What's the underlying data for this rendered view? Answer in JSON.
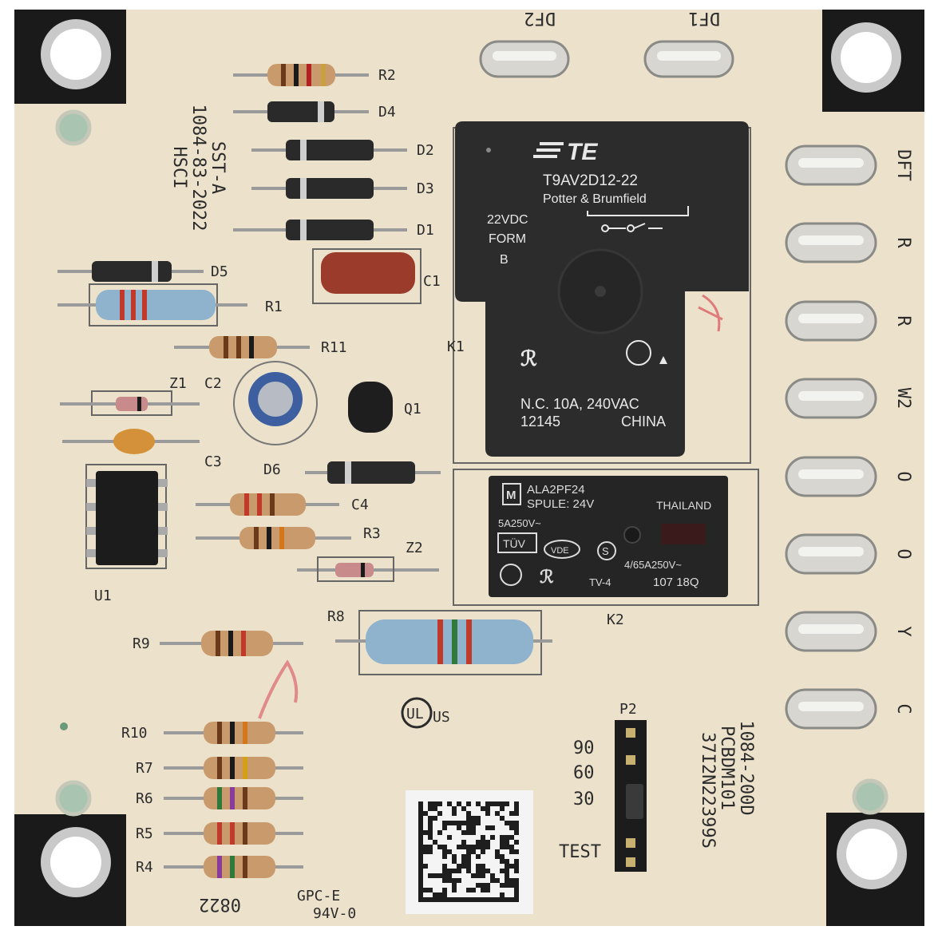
{
  "relay_k1": {
    "brand": "TE",
    "model": "T9AV2D12-22",
    "maker": "Potter & Brumfield",
    "coil": "22VDC",
    "form1": "FORM",
    "form2": "B",
    "rating": "N.C. 10A, 240VAC",
    "code": "12145",
    "origin": "CHINA"
  },
  "relay_k2": {
    "model": "ALA2PF24",
    "coil": "SPULE: 24V",
    "origin": "THAILAND",
    "rating1": "5A250V~",
    "rating2": "4/65A250V~",
    "tv": "TV-4",
    "code": "107 18Q",
    "tuv": "TÜV",
    "vde": "VDE"
  },
  "labels": {
    "r1": "R1",
    "r2": "R2",
    "r3": "R3",
    "r4": "R4",
    "r5": "R5",
    "r6": "R6",
    "r7": "R7",
    "r8": "R8",
    "r9": "R9",
    "r10": "R10",
    "r11": "R11",
    "d1": "D1",
    "d2": "D2",
    "d3": "D3",
    "d4": "D4",
    "d5": "D5",
    "d6": "D6",
    "c1": "C1",
    "c2": "C2",
    "c3": "C3",
    "c4": "C4",
    "z1": "Z1",
    "z2": "Z2",
    "q1": "Q1",
    "u1": "U1",
    "k1": "K1",
    "k2": "K2",
    "p2": "P2"
  },
  "terminals": {
    "df2": "DF2",
    "df1": "DF1",
    "right": [
      "DFT",
      "R",
      "R",
      "W2",
      "O",
      "O",
      "Y",
      "C"
    ]
  },
  "board_text": {
    "v1": "HSCI",
    "v2": "1084-83-2022",
    "v3": "SST-A",
    "p1": "1084-200D",
    "p2": "PCBDM101",
    "p3": "37I2N22399S",
    "code": "0822",
    "gpc": "GPC-E",
    "v0": "94V-0",
    "ul": "UL",
    "us": "US"
  },
  "jumper": {
    "opt90": "90",
    "opt60": "60",
    "opt30": "30",
    "test": "TEST"
  },
  "colors": {
    "board": "#ece2cc",
    "corner": "#1a1a1a",
    "relay": "#2c2c2c",
    "silk": "#2b2b2b"
  }
}
